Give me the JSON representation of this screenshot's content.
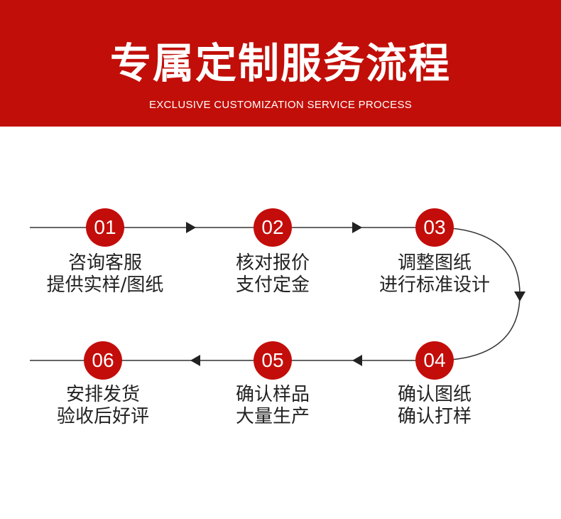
{
  "header": {
    "title": "专属定制服务流程",
    "subtitle": "EXCLUSIVE CUSTOMIZATION SERVICE PROCESS"
  },
  "colors": {
    "banner": "#c10e08",
    "badge": "#c30d0a",
    "line": "#333333",
    "text": "#222222"
  },
  "steps": [
    {
      "number": "01",
      "line1": "咨询客服",
      "line2": "提供实样/图纸"
    },
    {
      "number": "02",
      "line1": "核对报价",
      "line2": "支付定金"
    },
    {
      "number": "03",
      "line1": "调整图纸",
      "line2": "进行标准设计"
    },
    {
      "number": "04",
      "line1": "确认图纸",
      "line2": "确认打样"
    },
    {
      "number": "05",
      "line1": "确认样品",
      "line2": "大量生产"
    },
    {
      "number": "06",
      "line1": "安排发货",
      "line2": "验收后好评"
    }
  ]
}
